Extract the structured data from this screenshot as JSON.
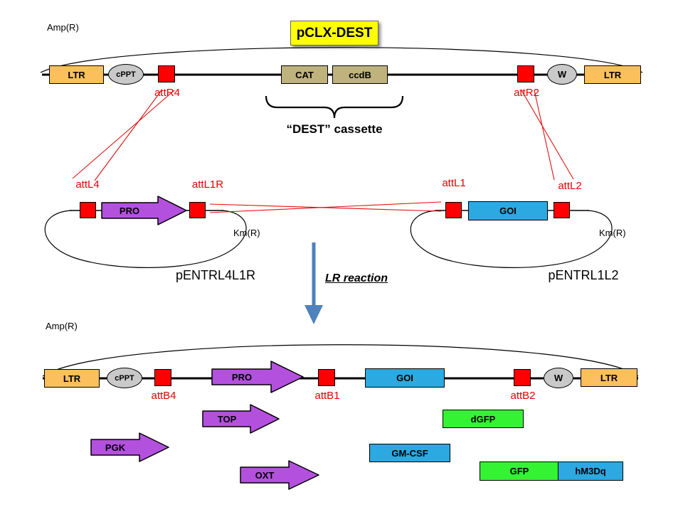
{
  "title": "pCLX-DEST",
  "colors": {
    "title_bg": "#FFFF00",
    "ltr_orange": "#FBBF5C",
    "utility_gray": "#C9C9C9",
    "att_site_red": "#FF0000",
    "att_label_red": "#E60000",
    "cassette_tan": "#BFB27D",
    "promoter_purple": "#B351DE",
    "gene_blue": "#2BA9E0",
    "gfp_green": "#33F333",
    "reaction_arrow_blue": "#4F81BD"
  },
  "dest_plasmid": {
    "amp": "Amp(R)",
    "ltr_left": "LTR",
    "cppt": "cPPT",
    "attr4": "attR4",
    "cat": "CAT",
    "ccdb": "ccdB",
    "attr2": "attR2",
    "w": "W",
    "ltr_right": "LTR",
    "cassette_label": "“DEST” cassette"
  },
  "entry_left": {
    "attl4": "attL4",
    "pro": "PRO",
    "attl1r": "attL1R",
    "km": "Km(R)",
    "name": "pENTRL4L1R"
  },
  "entry_right": {
    "attl1": "attL1",
    "goi": "GOI",
    "attl2": "attL2",
    "km": "Km(R)",
    "name": "pENTRL1L2"
  },
  "reaction_label": "LR reaction",
  "expression_plasmid": {
    "amp": "Amp(R)",
    "ltr_left": "LTR",
    "cppt": "cPPT",
    "attb4": "attB4",
    "pro": "PRO",
    "attb1": "attB1",
    "goi": "GOI",
    "attb2": "attB2",
    "w": "W",
    "ltr_right": "LTR"
  },
  "examples": {
    "top": "TOP",
    "pgk": "PGK",
    "oxt": "OXT",
    "dgfp": "dGFP",
    "gmcsf": "GM-CSF",
    "gfp": "GFP",
    "hm3dq": "hM3Dq"
  }
}
